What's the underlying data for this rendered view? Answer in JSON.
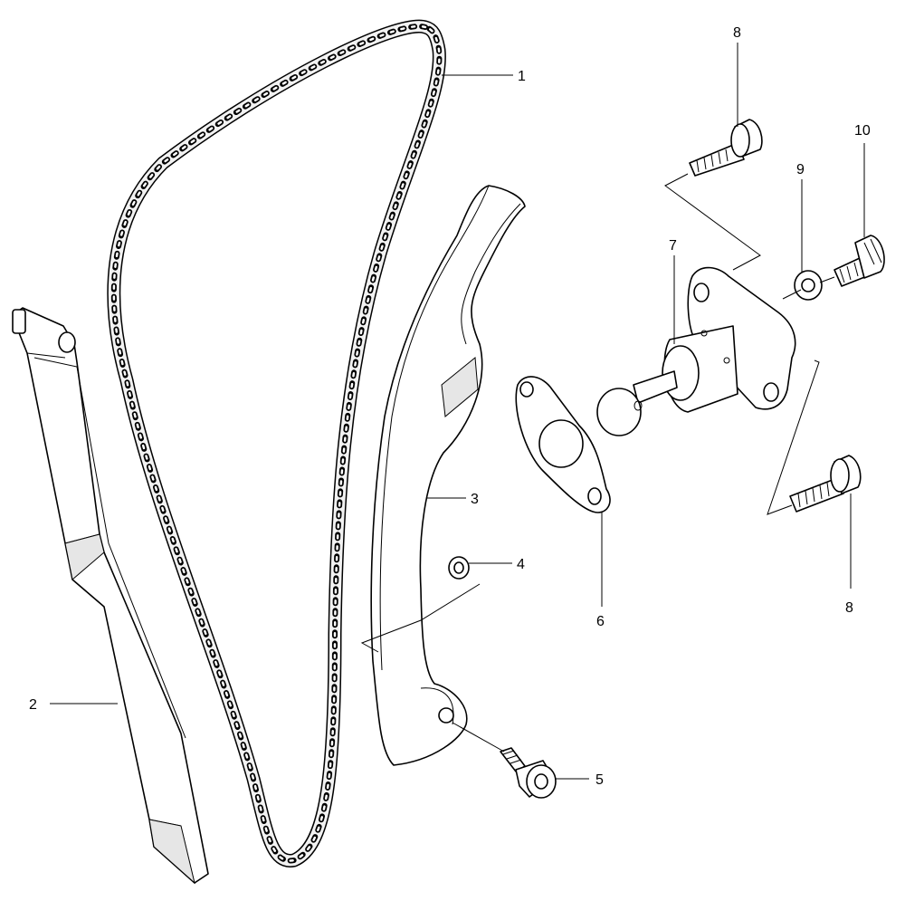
{
  "callouts": [
    {
      "id": "1",
      "label": "1"
    },
    {
      "id": "2",
      "label": "2"
    },
    {
      "id": "3",
      "label": "3"
    },
    {
      "id": "4",
      "label": "4"
    },
    {
      "id": "5",
      "label": "5"
    },
    {
      "id": "6",
      "label": "6"
    },
    {
      "id": "7",
      "label": "7"
    },
    {
      "id": "8a",
      "label": "8"
    },
    {
      "id": "8b",
      "label": "8"
    },
    {
      "id": "9",
      "label": "9"
    },
    {
      "id": "10",
      "label": "10"
    }
  ]
}
